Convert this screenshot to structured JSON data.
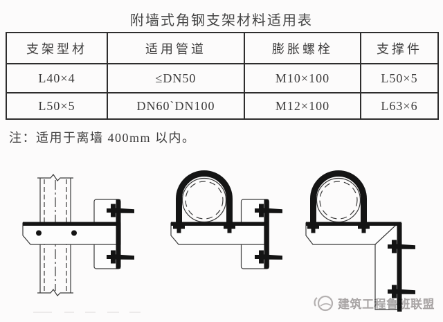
{
  "title": "附墙式角钢支架材料适用表",
  "table": {
    "headers": [
      "支架型材",
      "适用管道",
      "膨胀螺栓",
      "支撑件"
    ],
    "rows": [
      [
        "L40×4",
        "≤DN50",
        "M10×100",
        "L50×5"
      ],
      [
        "L50×5",
        "DN60`DN100",
        "M12×100",
        "L63×6"
      ]
    ]
  },
  "note": "注：适用于离墙 400mm 以内。",
  "diagrams": {
    "left": "wall-bracket-with-vertical-pipe-elevation",
    "middle": "u-bolt-pipe-clamp-on-wall-bracket",
    "right": "u-bolt-pipe-clamp-on-corner-angle-bracket"
  },
  "watermark": {
    "text": "建筑工程鲁班联盟",
    "color": "#a19e9e"
  },
  "colors": {
    "background": "#fcfbfb",
    "text": "#3d3c3c",
    "table_border": "#2e2d2d",
    "drawing_line": "#141414",
    "watermark": "#a19e9e"
  }
}
